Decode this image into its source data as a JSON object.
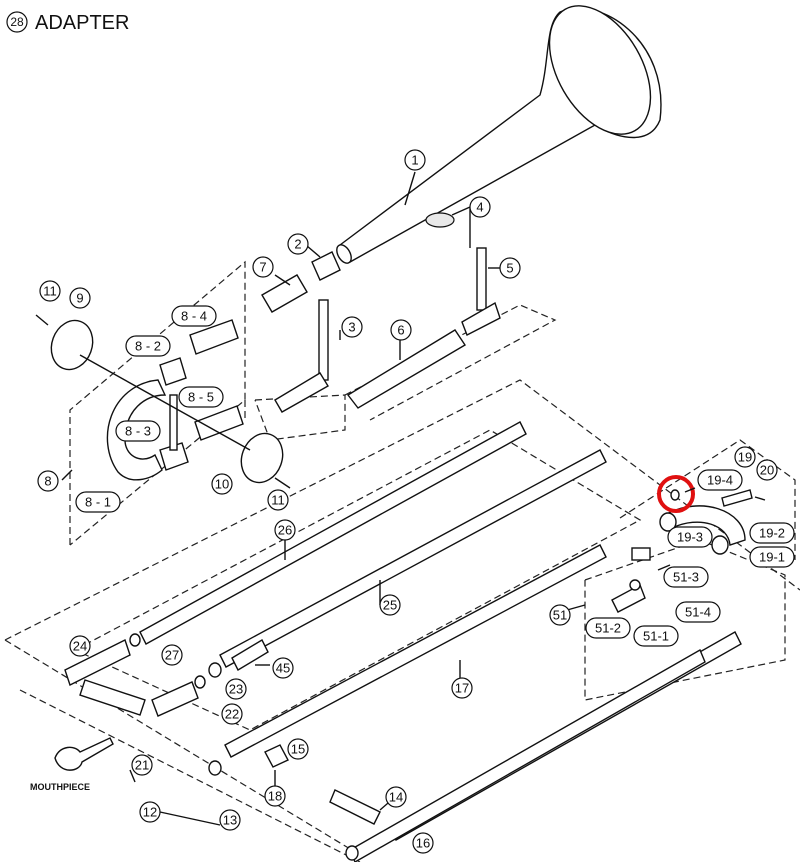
{
  "title": {
    "number": "28",
    "text": "ADAPTER"
  },
  "labels": {
    "p1": "1",
    "p2": "2",
    "p4": "4",
    "p5": "5",
    "p7": "7",
    "p3": "3",
    "p6": "6",
    "p9": "9",
    "p11a": "11",
    "p11b": "11",
    "p10": "10",
    "p8": "8",
    "p84": "8 - 4",
    "p82": "8 - 2",
    "p85": "8 - 5",
    "p83": "8 - 3",
    "p81": "8 - 1",
    "p26": "26",
    "p25": "25",
    "p45": "45",
    "p17": "17",
    "p24": "24",
    "p27": "27",
    "p23": "23",
    "p22": "22",
    "p21": "21",
    "p12": "12",
    "p13": "13",
    "p18": "18",
    "p15": "15",
    "p14": "14",
    "p16": "16",
    "p19": "19",
    "p20": "20",
    "p194": "19-4",
    "p192": "19-2",
    "p193": "19-3",
    "p191": "19-1",
    "p513": "51-3",
    "p51": "51",
    "p514": "51-4",
    "p512": "51-2",
    "p511": "51-1"
  },
  "mouthpiece": "MOUTHPIECE",
  "highlight_color": "#e01010"
}
